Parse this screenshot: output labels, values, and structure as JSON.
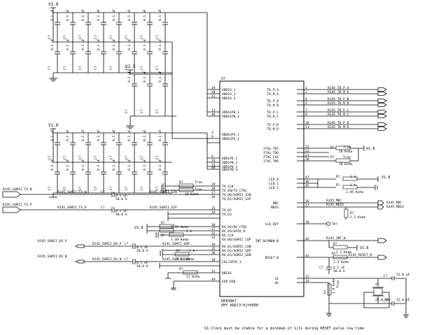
{
  "rails": {
    "v18": "V1.8",
    "v25": "V2.5",
    "v10": "V1.0"
  },
  "bank18": {
    "top": [
      {
        "ref": "C?",
        "val": "0.1 uF"
      },
      {
        "ref": "C?",
        "val": "0.1 uF"
      },
      {
        "ref": "C?",
        "val": "0.1 uF"
      },
      {
        "ref": "C?",
        "val": "0.1 uF"
      },
      {
        "ref": "C?",
        "val": "0.1 uF"
      },
      {
        "ref": "C?",
        "val": "0.1 uF"
      },
      {
        "ref": "C?",
        "val": "0.1 uF"
      },
      {
        "ref": "C?",
        "val": "0.1 uF"
      }
    ],
    "bottom": [
      {
        "ref": "C?",
        "val": "0.1 uF"
      },
      {
        "ref": "C?",
        "val": "0.1 uF"
      },
      {
        "ref": "C?",
        "val": "0.1 uF"
      },
      {
        "ref": "C?",
        "val": "0.1 uF"
      },
      {
        "ref": "C?",
        "val": "0.1 uF"
      },
      {
        "ref": "C?",
        "val": "0.1 uF"
      },
      {
        "ref": "C?",
        "val": "0.1 uF"
      },
      {
        "ref": "C?",
        "val": "0.1 uF"
      }
    ]
  },
  "bank25": [
    {
      "ref": "C?",
      "val": "0.1 uF"
    },
    {
      "ref": "C?",
      "val": "0.1 uF"
    },
    {
      "ref": "C?",
      "val": "0.1 uF"
    }
  ],
  "bank10": {
    "top": [
      {
        "ref": "C?",
        "val": "0.1 uF"
      },
      {
        "ref": "C?",
        "val": "0.1 uF"
      },
      {
        "ref": "C?",
        "val": "0.1 uF"
      },
      {
        "ref": "C?",
        "val": "0.1 uF"
      },
      {
        "ref": "C?",
        "val": "0.1 uF"
      },
      {
        "ref": "C?",
        "val": "0.1 uF"
      },
      {
        "ref": "C?",
        "val": "0.1 uF"
      },
      {
        "ref": "C?",
        "val": "0.1 uF"
      }
    ],
    "bottom": [
      {
        "ref": "C?",
        "val": "0.1 uF"
      },
      {
        "ref": "C?",
        "val": "0.1 uF"
      },
      {
        "ref": "C?",
        "val": "0.1 uF"
      },
      {
        "ref": "C?",
        "val": "0.1 uF"
      },
      {
        "ref": "C?",
        "val": "0.1 uF"
      },
      {
        "ref": "C?",
        "val": "0.1 uF"
      },
      {
        "ref": "C?",
        "val": "0.1 uF"
      },
      {
        "ref": "C?",
        "val": "0.1 uF"
      }
    ]
  },
  "chip": {
    "ref": "U?",
    "part": "DP83867",
    "phy_addr": "PHY_ADD[3:0]=0000",
    "left_pins": [
      {
        "num": "19",
        "name": "VDDIO_1"
      },
      {
        "num": "30",
        "name": "VDDIO_2"
      },
      {
        "num": "41",
        "name": "VDDIO_3"
      },
      {
        "num": "13",
        "name": "VDDA1P8_1"
      },
      {
        "num": "48",
        "name": "VDDA1P8_2"
      },
      {
        "num": "3",
        "name": "VDDA2P5_1"
      },
      {
        "num": "9",
        "name": "VDDA2P5_2"
      },
      {
        "num": "6",
        "name": "VDD1P0_1"
      },
      {
        "num": "24",
        "name": "VDD1P0_2"
      },
      {
        "num": "31",
        "name": "VDD1P0_3"
      },
      {
        "num": "40",
        "name": "VDD1P0_4"
      },
      {
        "num": "29",
        "name": "TX_CLK"
      },
      {
        "num": "28",
        "name": "TX_EN/TX_CTRL"
      },
      {
        "num": "27",
        "name": "TX_D0/SGMII_SIN"
      },
      {
        "num": "26",
        "name": "TX_D1/SGMII_SIP"
      },
      {
        "num": "25",
        "name": "TX_D2"
      },
      {
        "num": "24",
        "name": "TX_D3"
      },
      {
        "num": "38",
        "name": "RX_DV/RX_CTRL"
      },
      {
        "num": "37",
        "name": "RX_ER/GPIO_0"
      },
      {
        "num": "32",
        "name": "RX_CLK"
      },
      {
        "num": "33",
        "name": "RX_D0/SGMII_COP"
      },
      {
        "num": "34",
        "name": "RX_D1/SGMII_CON"
      },
      {
        "num": "35",
        "name": "RX_D2/SGMII_SOP"
      },
      {
        "num": "36",
        "name": "RX_D3/SGMII_SON"
      },
      {
        "num": "39",
        "name": "COL/GPIO_1"
      },
      {
        "num": "12",
        "name": "RBIAS"
      },
      {
        "num": "49",
        "name": "EXP_PAD"
      }
    ],
    "right_pins": [
      {
        "num": "1",
        "name": "TD_P_A"
      },
      {
        "num": "2",
        "name": "TD_M_A"
      },
      {
        "num": "4",
        "name": "TD_P_B"
      },
      {
        "num": "5",
        "name": "TD_M_B"
      },
      {
        "num": "7",
        "name": "TD_P_C"
      },
      {
        "num": "8",
        "name": "TD_M_C"
      },
      {
        "num": "10",
        "name": "TD_P_D"
      },
      {
        "num": "11",
        "name": "TD_M_D"
      },
      {
        "num": "23",
        "name": "JTAG_TDI"
      },
      {
        "num": "22",
        "name": "JTAG_TDO"
      },
      {
        "num": "21",
        "name": "JTAG_CLK"
      },
      {
        "num": "20",
        "name": "JTAG_TMS"
      },
      {
        "num": "47",
        "name": "LED_0"
      },
      {
        "num": "46",
        "name": "LED_1"
      },
      {
        "num": "45",
        "name": "LED_2"
      },
      {
        "num": "16",
        "name": "MDC"
      },
      {
        "num": "17",
        "name": "MDIO"
      },
      {
        "num": "18",
        "name": "CLK_OUT"
      },
      {
        "num": "44",
        "name": "INT_N/PWDN_N"
      },
      {
        "num": "43",
        "name": "RESET_N"
      },
      {
        "num": "15",
        "name": "XI"
      },
      {
        "num": "14",
        "name": "XO"
      }
    ]
  },
  "right_nets": {
    "td": [
      "RJ45_TD_P_A",
      "RJ45_TD_M_A",
      "RJ45_TD_P_B",
      "RJ45_TD_M_B",
      "RJ45_TD_P_C",
      "RJ45_TD_M_C",
      "RJ45_TD_P_D",
      "RJ45_TD_M_D"
    ],
    "mdc": "RJ45_MDC",
    "mdio": "RJ45_MDIO",
    "int": "RJ45_INT_N",
    "reset": "RJ45_RESET_N"
  },
  "jtag": {
    "rail": "V1.8",
    "r1": {
      "ref": "R?",
      "val": "10 Kohm",
      "tag": "True"
    },
    "r2": {
      "ref": "R?",
      "val": "10 Kohm",
      "tag": "True"
    }
  },
  "led": {
    "rail": "V1.8",
    "r1": {
      "ref": "R?",
      "val": "1 k"
    },
    "r2": {
      "ref": "R?",
      "val": "2.49 Kohm",
      "tag": "1 k"
    }
  },
  "clkout": {
    "ref": "R?",
    "val": "2.2 Kohm",
    "tp": "TP?"
  },
  "intn": {
    "rail": "V1.8",
    "ref": "R?",
    "val": "2.2 Kohm"
  },
  "reset": {
    "ref": "R?",
    "val": "2.2 Kohm",
    "cap_ref": "C?",
    "cap_val": "0.1 uF",
    "cap_v": "50.0 V"
  },
  "rbias": {
    "ref": "R?",
    "val": "11 Kohm"
  },
  "xtal": {
    "ref": "X?",
    "freq": "25.0 MHz",
    "c1": {
      "ref": "C?",
      "val": "12.0 pF"
    },
    "c2": {
      "ref": "C?",
      "val": "12.0 pF"
    },
    "rpd": {
      "ref": "R?",
      "val": "1.0 Kohm",
      "tag": "True"
    }
  },
  "tx_side": {
    "net_n": "RJ45_SGMII_TX_N",
    "net_p": "RJ45_SGMII_TX_P",
    "net_sin": "RJ45_SGMII_SIN",
    "net_sip": "RJ45_SGMII_SIP",
    "cap_n": {
      "ref": "C?",
      "val": "0.1 uF",
      "v": "50.0 V"
    },
    "cap_p": {
      "ref": "C?",
      "val": "0.1 uF",
      "v": "50.0 V"
    },
    "r_a": {
      "ref": "R?",
      "val": "10 Kohm",
      "tag": "True"
    },
    "r_b": {
      "ref": "R?",
      "val": "10 Kohm",
      "tag": "True"
    }
  },
  "rx_side": {
    "net_p": "RJ45_SGMII_RX_P",
    "net_n": "RJ45_SGMII_RX_N",
    "net_sop": "RJ45_SGMII_SOP",
    "net_son": "RJ45_SGMII_SON",
    "cap_p": {
      "ref": "C?",
      "val": "0.1 uF",
      "v": "50.0 V"
    },
    "cap_n": {
      "ref": "C?",
      "val": "0.1 uF",
      "v": "50.0 V"
    },
    "rail": "V1.8",
    "r_a": {
      "ref": "R?",
      "val": "5.76 Kohm"
    },
    "r_b": {
      "ref": "R?",
      "val": "2.49 Kohm",
      "tag": "1 k"
    },
    "r_c": {
      "ref": "R?",
      "val": "2.49 Kohm",
      "tag": "1 k"
    }
  },
  "note": "X1 Clock must be stable for a minimum of 1|Is during RESET pulse low time"
}
